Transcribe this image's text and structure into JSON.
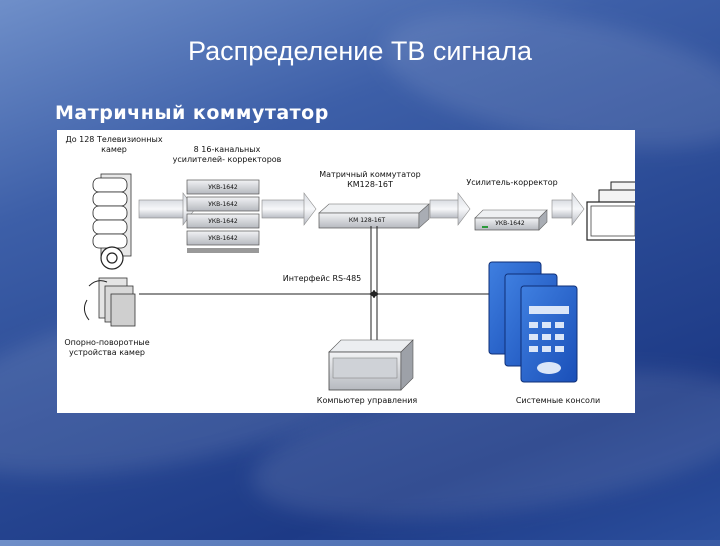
{
  "slide": {
    "title": "Распределение ТВ сигнала",
    "subtitle": "Матричный коммутатор"
  },
  "diagram": {
    "labels": {
      "cameras": "До 128 Телевизионных камер",
      "amplifiers": "8 16-канальных усилителей- корректоров",
      "matrix": "Матричный коммутатор КМ128-16Т",
      "amp_corrector": "Усилитель-корректор",
      "interface": "Интерфейс RS-485",
      "ptz": "Опорно-поворотные устройства камер",
      "computer": "Компьютер управления",
      "consoles": "Системные консоли"
    },
    "device_labels": {
      "amplifier_unit": "УКВ-1642",
      "matrix_unit": "КМ 128-16Т",
      "corrector_unit": "УКВ-1642"
    }
  }
}
